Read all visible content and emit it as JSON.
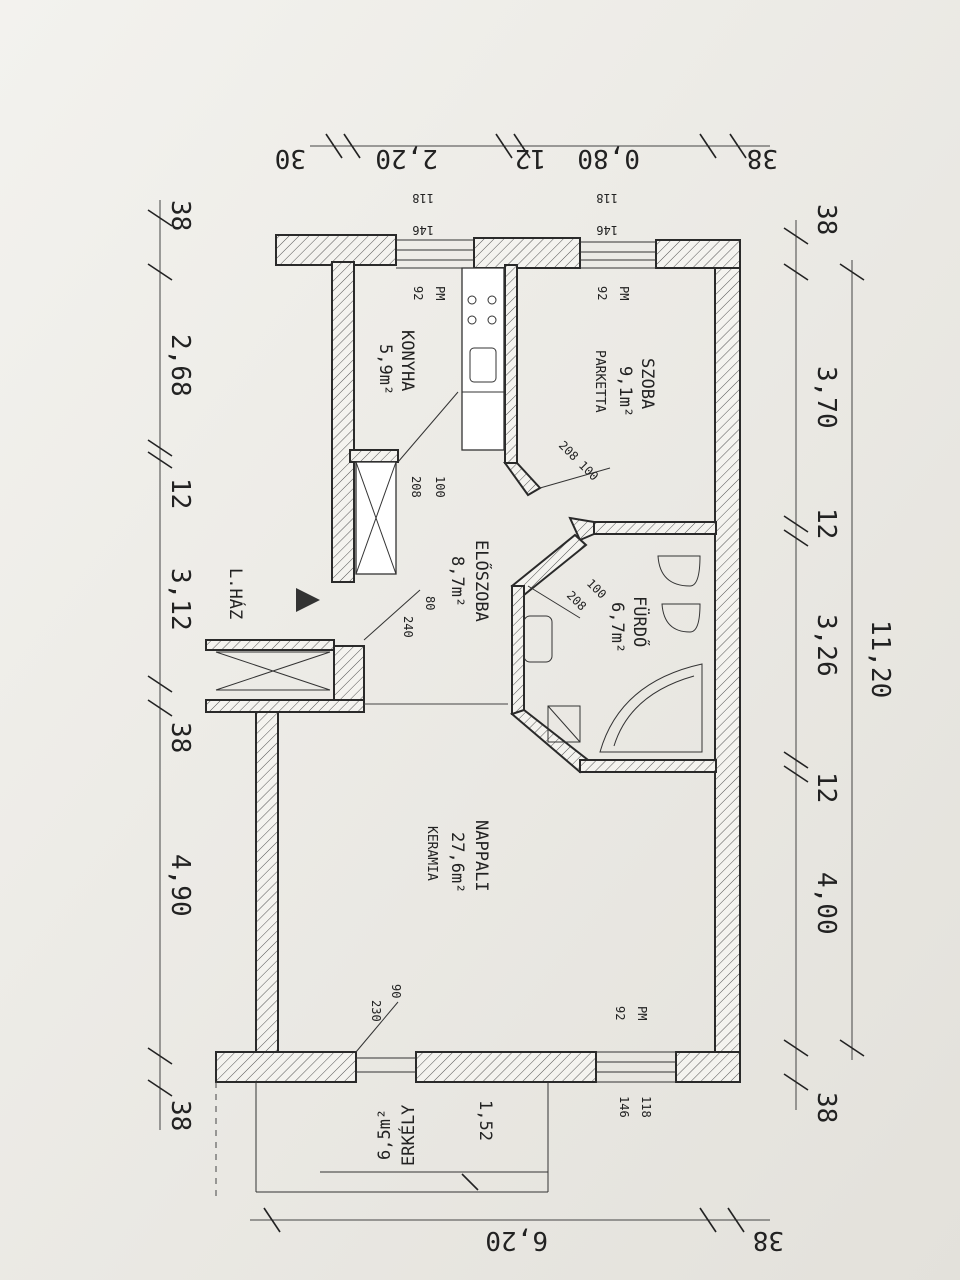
{
  "rooms": {
    "konyha": {
      "name": "KONYHA",
      "area": "5,9m²"
    },
    "szoba": {
      "name": "SZOBA",
      "area": "9,1m²",
      "floor": "PARKETTA"
    },
    "eloszoba": {
      "name": "ELŐSZOBA",
      "area": "8,7m²"
    },
    "furdo": {
      "name": "FÜRDŐ",
      "area": "6,7m²"
    },
    "nappali": {
      "name": "NAPPALI",
      "area": "27,6m²",
      "floor": "KERAMIA"
    },
    "erkely": {
      "name": "ERKÉLY",
      "area": "6,5m²"
    },
    "lhaz": {
      "name": "L.HÁZ"
    }
  },
  "dims_left": {
    "d1": "38",
    "d2": "2,68",
    "d3": "12",
    "d4": "3,12",
    "d5": "38",
    "d6": "4,90",
    "d7": "38"
  },
  "dims_right": {
    "d1": "38",
    "d2": "3,70",
    "d3": "12",
    "d4": "3,26",
    "d5": "12",
    "d6": "4,00",
    "d7": "38",
    "total": "11,20"
  },
  "dims_top": {
    "t1": "30",
    "t2": "2,20",
    "t3": "12",
    "t4": "0,80",
    "t5": "38"
  },
  "dims_bottom": {
    "b1": "6,20",
    "b2": "38",
    "balcony": "1,52"
  },
  "openings": {
    "win_k": {
      "w": "118",
      "h": "146",
      "pm": "PM",
      "pmv": "92"
    },
    "win_s": {
      "w": "118",
      "h": "146",
      "pm": "PM",
      "pmv": "92"
    },
    "win_n": {
      "w": "118",
      "h": "146",
      "pm": "PM",
      "pmv": "92"
    },
    "door_k": {
      "w": "100",
      "h": "208"
    },
    "door_s": {
      "w": "100",
      "h": "208"
    },
    "door_f": {
      "w": "100",
      "h": "208"
    },
    "door_e": {
      "w": "80",
      "h": "240"
    },
    "door_n": {
      "w": "90",
      "h": "230"
    }
  }
}
